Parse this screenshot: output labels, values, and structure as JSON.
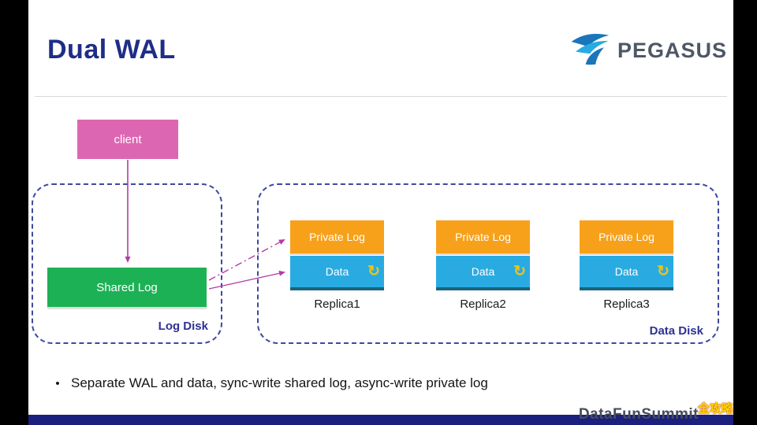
{
  "slide": {
    "title": "Dual WAL",
    "logo_text": "PEGASUS",
    "bullet_marker": "•",
    "bullet": "Separate WAL and data, sync-write shared log, async-write private log",
    "watermark": "DataFunSummit",
    "badge": "全攻略"
  },
  "diagram": {
    "client_label": "client",
    "shared_log_label": "Shared Log",
    "log_disk_label": "Log Disk",
    "data_disk_label": "Data Disk",
    "replicas": [
      {
        "private_log_label": "Private Log",
        "data_label": "Data",
        "name": "Replica1"
      },
      {
        "private_log_label": "Private Log",
        "data_label": "Data",
        "name": "Replica2"
      },
      {
        "private_log_label": "Private Log",
        "data_label": "Data",
        "name": "Replica3"
      }
    ]
  },
  "icons": {
    "sync": "↻"
  },
  "colors": {
    "title_navy": "#1e2e87",
    "client_pink": "#dd66b2",
    "shared_log_green": "#1db155",
    "private_log_orange": "#f7a11a",
    "data_blue": "#29abe2",
    "dashed_border_navy": "#3f48a0",
    "arrow_magenta": "#b63aa8",
    "badge_yellow": "#ffd800",
    "bottom_bar_navy": "#1b1f7e"
  }
}
